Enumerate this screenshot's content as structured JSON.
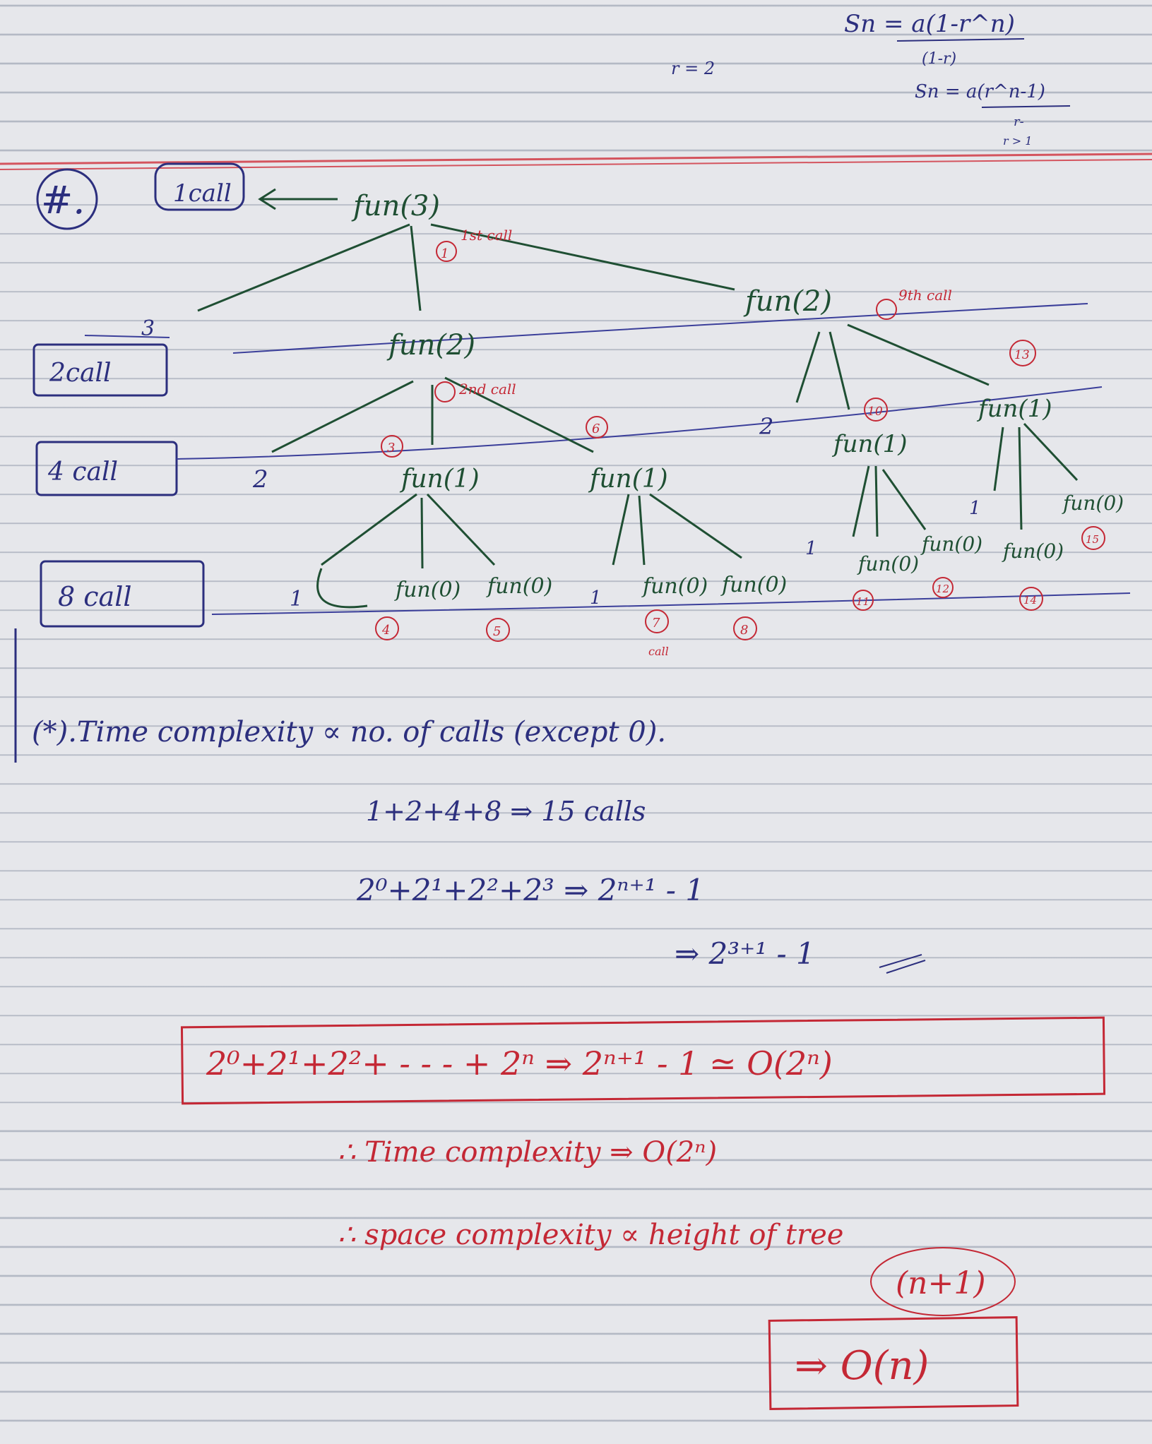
{
  "top_formulas": {
    "sn_line1": "Sn = a(1-r^n)",
    "sn_line1_den": "(1-r)",
    "r_value": "r = 2",
    "sn_line2": "Sn = a(r^n-1)",
    "sn_line2_den": "r-",
    "sn_line3": "r > 1"
  },
  "level_labels": [
    "1call",
    "2call",
    "4 call",
    "8 call"
  ],
  "heading_symbol": "#.",
  "tree": {
    "root": "fun(3)",
    "root_note": "1st call",
    "level1_left": "fun(2)",
    "level1_left_note": "2nd call",
    "level1_right": "fun(2)",
    "level1_right_note": "9th call",
    "side_count_3": "3",
    "level2": [
      "fun(1)",
      "fun(1)",
      "fun(1)",
      "fun(1)"
    ],
    "level2_nums": [
      "3",
      "6",
      "10",
      "13"
    ],
    "level2_side": [
      "2",
      "2"
    ],
    "level3": [
      "fun(0)",
      "fun(0)",
      "fun(0)",
      "fun(0)",
      "fun(0)",
      "fun(0)",
      "fun(0)",
      "fun(0)"
    ],
    "level3_nums": [
      "4",
      "5",
      "7",
      "8",
      "11",
      "12",
      "14",
      "15"
    ],
    "level3_side": [
      "1",
      "1",
      "1",
      "1"
    ],
    "note_7": "call"
  },
  "notes": {
    "time_heading": "(*).Time complexity ∝ no. of calls (except 0).",
    "sum_line": "1+2+4+8 ⇒ 15 calls",
    "powers_line": "2⁰+2¹+2²+2³ ⇒ 2ⁿ⁺¹ - 1",
    "powers_result": "⇒ 2³⁺¹ - 1",
    "boxed_formula": "2⁰+2¹+2²+ - - - + 2ⁿ ⇒ 2ⁿ⁺¹ - 1 ≃ O(2ⁿ)",
    "time_conclusion": "∴ Time complexity ⇒ O(2ⁿ)",
    "space_line": "∴ space complexity ∝ height of tree",
    "height_note": "(n+1)",
    "space_result": "⇒ O(n)"
  }
}
